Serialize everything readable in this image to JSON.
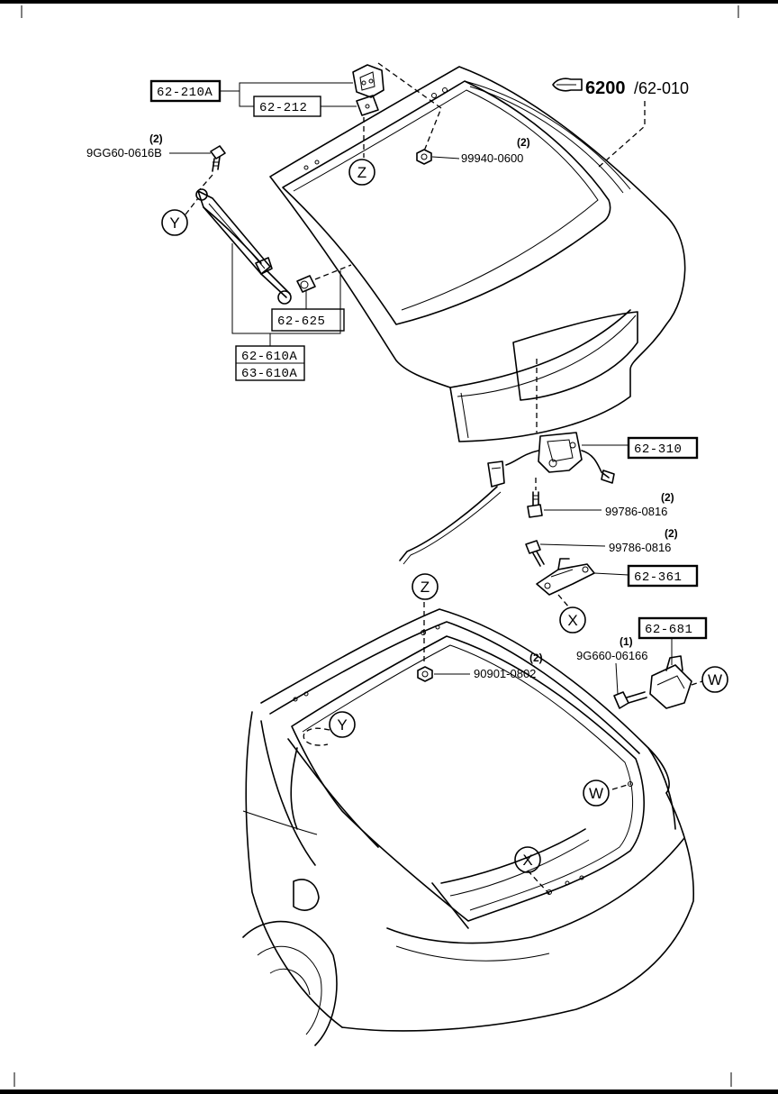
{
  "reference": {
    "main": "6200",
    "sub": "/62-010"
  },
  "parts": {
    "p62_210A": "62-210A",
    "p62_212": "62-212",
    "p9GG60_0616B": {
      "qty": "(2)",
      "number": "9GG60-0616B"
    },
    "p99940_0600": {
      "qty": "(2)",
      "number": "99940-0600"
    },
    "p62_625": "62-625",
    "p62_610A": "62-610A",
    "p63_610A": "63-610A",
    "p62_310": "62-310",
    "p99786_0816_a": {
      "qty": "(2)",
      "number": "99786-0816"
    },
    "p99786_0816_b": {
      "qty": "(2)",
      "number": "99786-0816"
    },
    "p62_361": "62-361",
    "p62_681": "62-681",
    "p9G660_06166": {
      "qty": "(1)",
      "number": "9G660-06166"
    },
    "p90901_0802": {
      "qty": "(2)",
      "number": "90901-0802"
    }
  },
  "callouts": {
    "z_top": "Z",
    "y_left": "Y",
    "z_bottom": "Z",
    "x_mid": "X",
    "w_right": "W",
    "y_body": "Y",
    "w_body": "W",
    "x_body": "X"
  }
}
